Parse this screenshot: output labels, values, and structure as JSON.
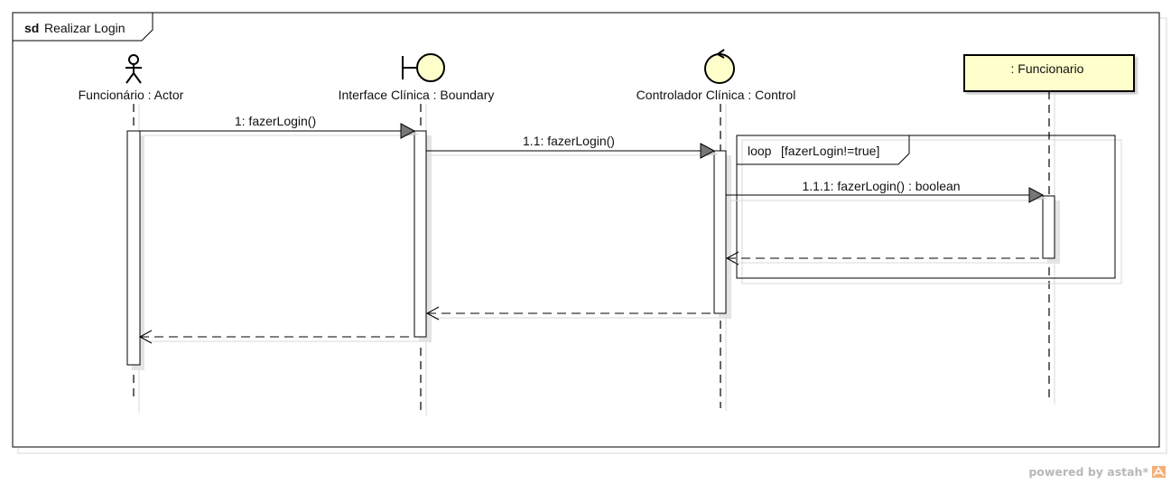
{
  "frame": {
    "keyword": "sd",
    "name": "Realizar Login"
  },
  "lifelines": [
    {
      "label": "Funcionário : Actor",
      "kind": "actor"
    },
    {
      "label": "Interface Clínica : Boundary",
      "kind": "boundary"
    },
    {
      "label": "Controlador Clínica : Control",
      "kind": "control"
    },
    {
      "label": ": Funcionario",
      "kind": "object"
    }
  ],
  "messages": [
    {
      "label": "1: fazerLogin()",
      "type": "synchronous"
    },
    {
      "label": "1.1: fazerLogin()",
      "type": "synchronous"
    },
    {
      "label": "1.1.1: fazerLogin() : boolean",
      "type": "synchronous"
    },
    {
      "label": "",
      "type": "reply"
    },
    {
      "label": "",
      "type": "reply"
    },
    {
      "label": "",
      "type": "reply"
    }
  ],
  "fragment": {
    "operator": "loop",
    "guard": "[fazerLogin!=true]"
  },
  "watermark": {
    "text": "powered by astah*"
  },
  "colors": {
    "lifeline_fill": "#ffffcc",
    "line": "#000000",
    "arrowhead": "#777777"
  }
}
